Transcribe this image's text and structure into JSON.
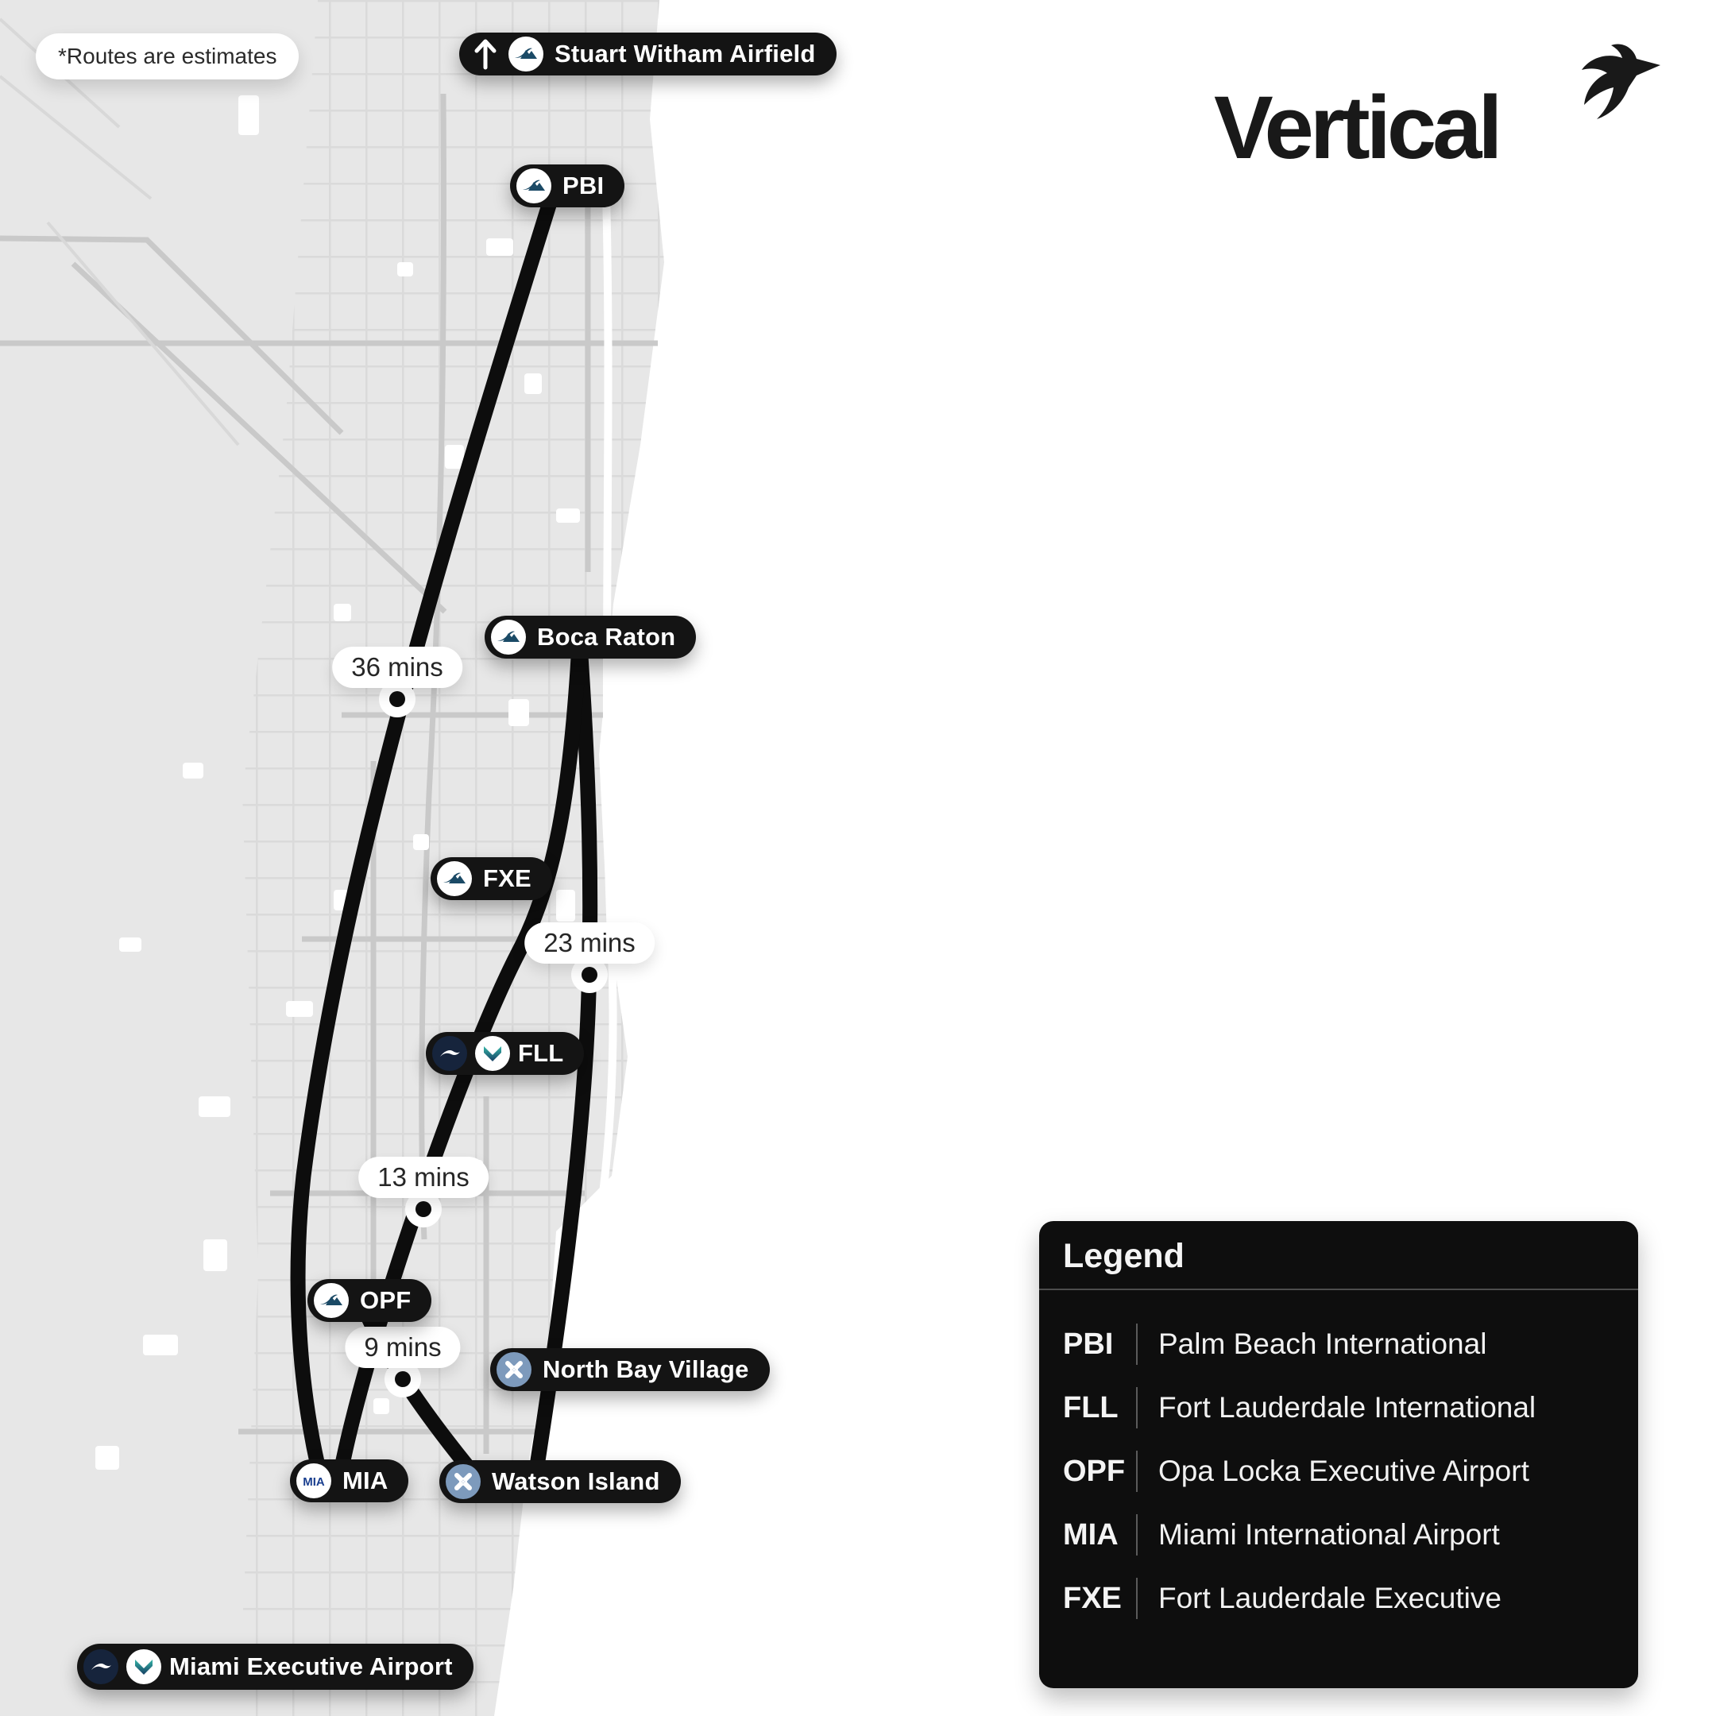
{
  "notice": "*Routes are estimates",
  "brand": {
    "name": "Vertical"
  },
  "markers": {
    "stuart": {
      "label": "Stuart Witham Airfield"
    },
    "pbi": {
      "label": "PBI"
    },
    "boca": {
      "label": "Boca Raton"
    },
    "fxe": {
      "label": "FXE"
    },
    "fll": {
      "label": "FLL"
    },
    "opf": {
      "label": "OPF"
    },
    "mia": {
      "label": "MIA"
    },
    "nbv": {
      "label": "North Bay Village"
    },
    "watson": {
      "label": "Watson Island"
    },
    "miaexec": {
      "label": "Miami Executive Airport"
    }
  },
  "times": {
    "pbi_mia": "36 mins",
    "boca_watson": "23 mins",
    "fll_mia": "13 mins",
    "opf_watson": "9 mins"
  },
  "icons": {
    "mia_logo_text": "MIA",
    "mountain": "mountain-aviation-logo",
    "chevron": "chevron-down-logo",
    "swoosh": "wing-swoosh-logo",
    "drone": "evtol-rotor-logo"
  },
  "legend": {
    "title": "Legend",
    "rows": [
      {
        "code": "PBI",
        "name": "Palm Beach International"
      },
      {
        "code": "FLL",
        "name": "Fort Lauderdale International"
      },
      {
        "code": "OPF",
        "name": "Opa Locka Executive Airport"
      },
      {
        "code": "MIA",
        "name": "Miami International Airport"
      },
      {
        "code": "FXE",
        "name": "Fort Lauderdale Executive"
      }
    ]
  },
  "colors": {
    "route": "#0d0d0d",
    "land": "#e7e7e7",
    "road": "#d9d9d9",
    "pill_black": "#141414",
    "drone_icon_bg": "#7d9abc",
    "mountain_blue": "#1b4a66",
    "navy_icon_bg": "#16243c",
    "chevron_teal": "#35b6a8",
    "chevron_navy": "#173f63"
  }
}
